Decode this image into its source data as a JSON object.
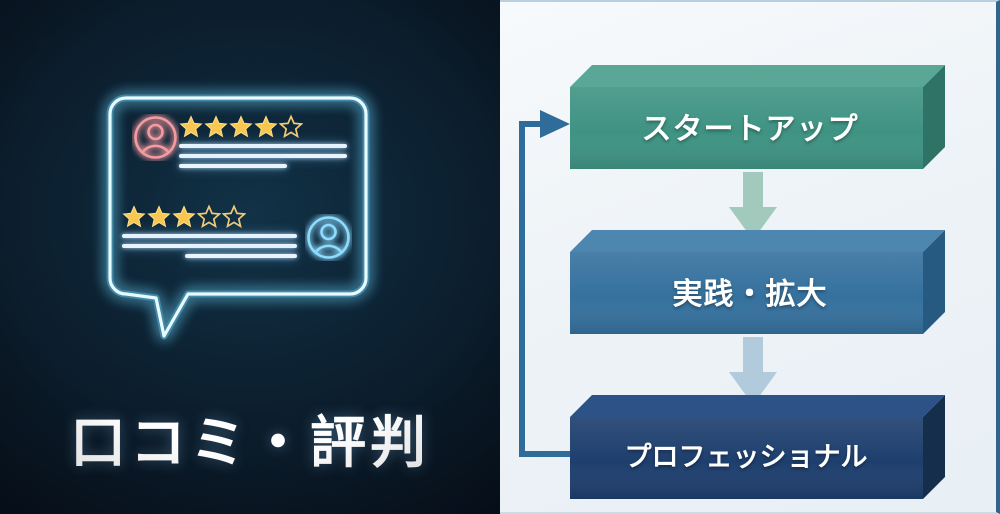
{
  "left_panel": {
    "caption": "口コミ・評判",
    "bubble": {
      "icon": "neon-speech-bubble",
      "reviews": [
        {
          "avatar_color": "#f08a8f",
          "avatar_icon": "user-avatar-icon",
          "rating": 4,
          "max_rating": 5,
          "star_filled_color": "#f5c44a",
          "star_empty_color": "#e8c070",
          "text_lines": [
            "full",
            "full",
            "short"
          ]
        },
        {
          "avatar_color": "#7fd4ff",
          "avatar_icon": "user-avatar-icon",
          "rating": 3,
          "max_rating": 5,
          "star_filled_color": "#f5c44a",
          "star_empty_color": "#e8c070",
          "text_lines": [
            "full",
            "full",
            "short-right"
          ]
        }
      ]
    },
    "colors": {
      "background": "#0b1b29",
      "neon_cyan": "#9fe8ff",
      "caption_color": "#ffffff"
    }
  },
  "right_panel": {
    "diagram_type": "flowchart-cycle",
    "nodes": [
      {
        "id": "startup",
        "label": "スタートアップ",
        "fill": "#3f9383",
        "top_face": "#56a392",
        "side_face": "#2f7466"
      },
      {
        "id": "practice",
        "label": "実践・拡大",
        "fill": "#35719e",
        "top_face": "#4a85ad",
        "side_face": "#27587c"
      },
      {
        "id": "professional",
        "label": "プロフェッショナル",
        "fill": "#1e3f6e",
        "top_face": "#2c5186",
        "side_face": "#15304f"
      }
    ],
    "arrows": [
      {
        "from": "startup",
        "to": "practice",
        "style": "down",
        "color": "#9cc6b8"
      },
      {
        "from": "practice",
        "to": "professional",
        "style": "down",
        "color": "#aac4d8"
      },
      {
        "from": "professional",
        "to": "startup",
        "style": "feedback-loop-left",
        "color": "#2f6c99"
      }
    ],
    "colors": {
      "background": "#f0f5f9",
      "border": "#31638c"
    }
  }
}
